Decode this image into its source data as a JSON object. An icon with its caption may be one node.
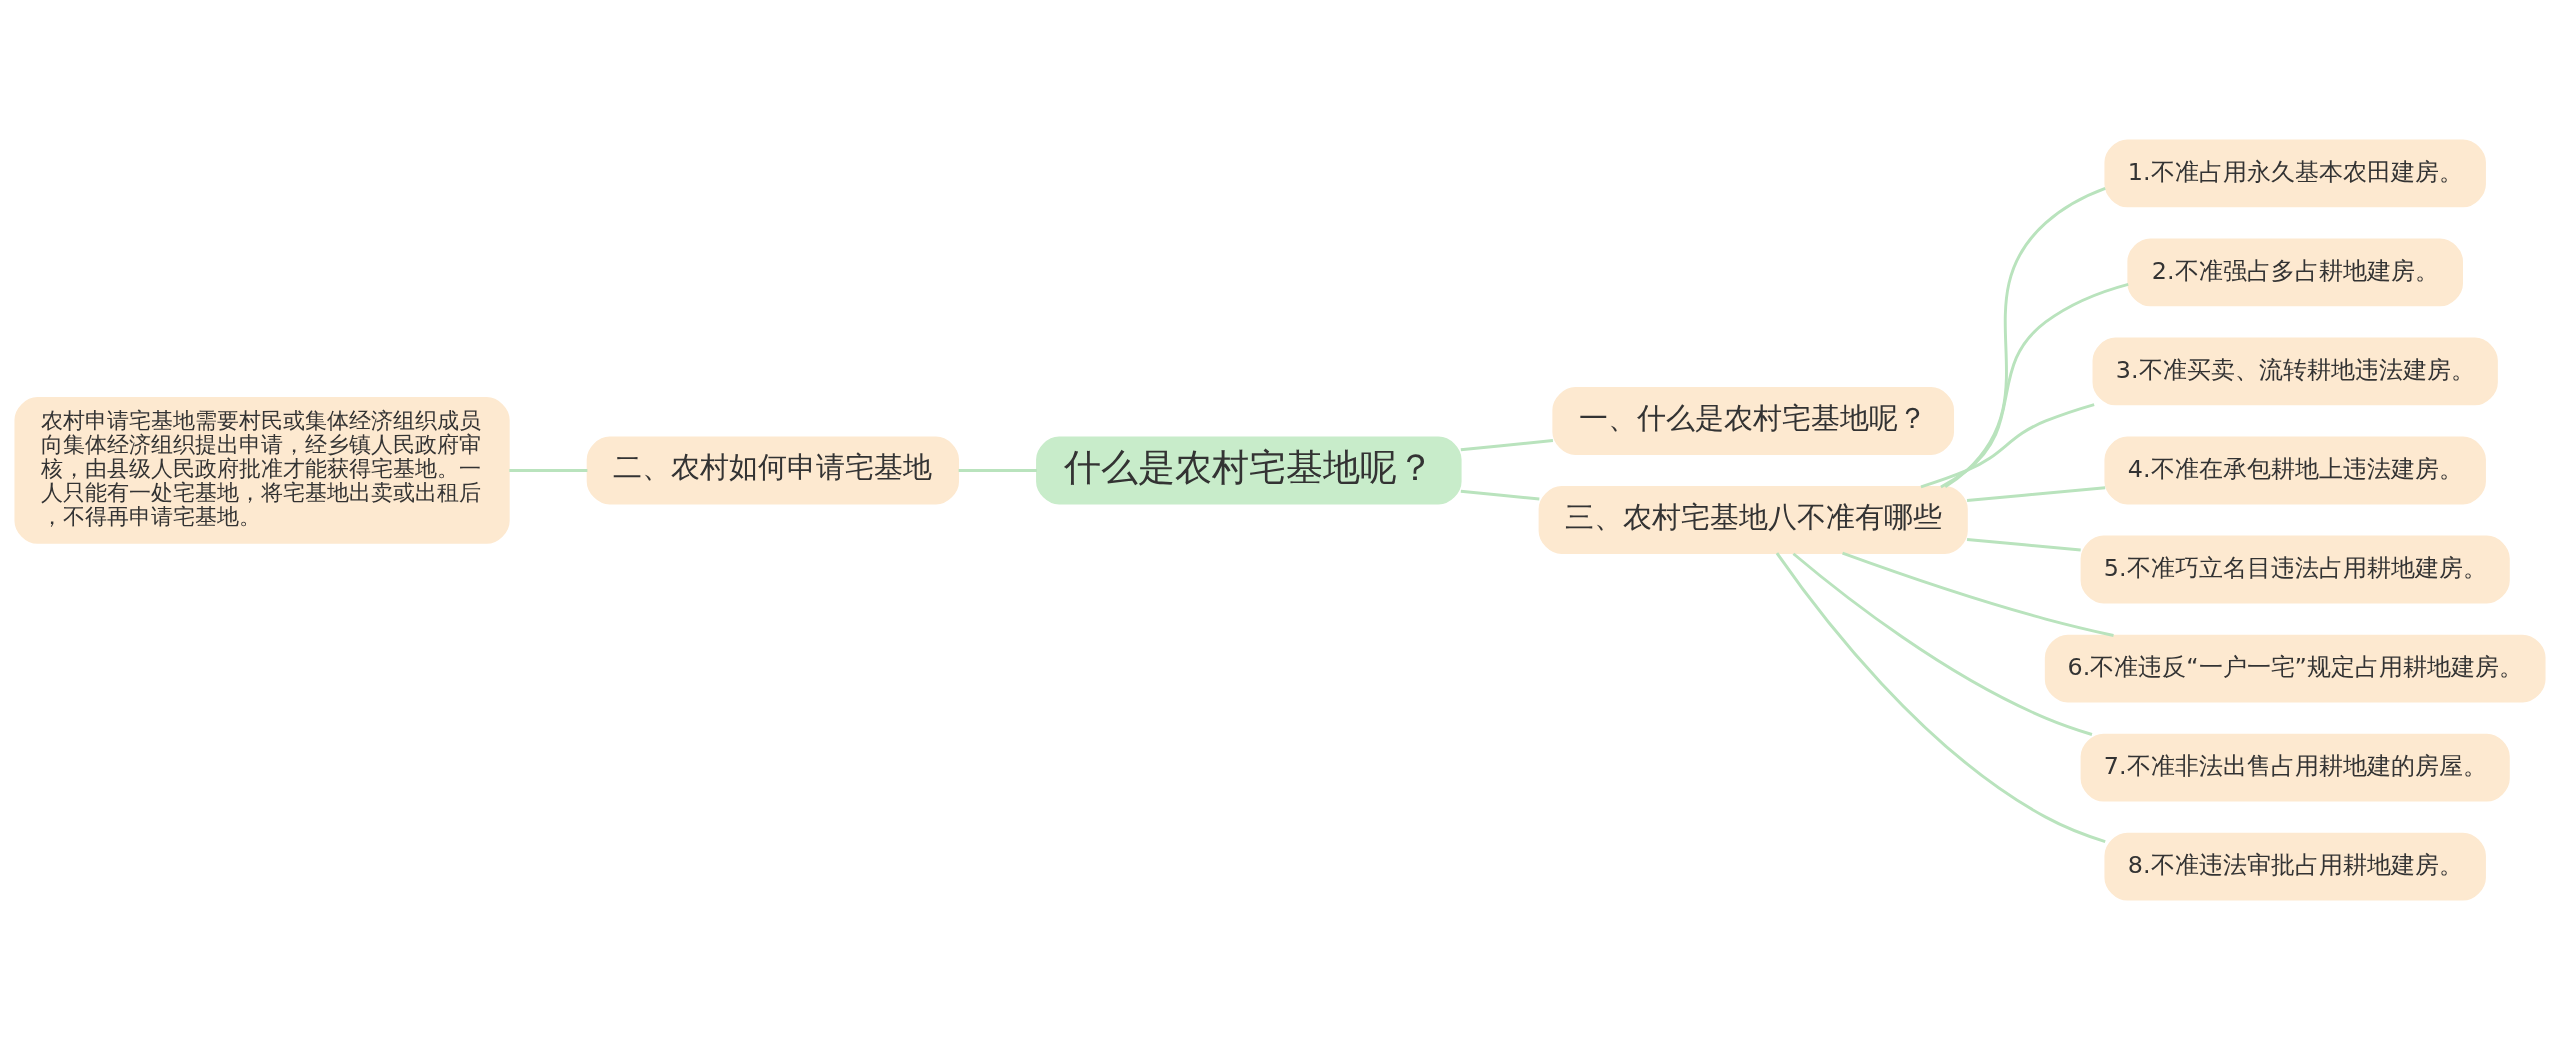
{
  "diagram": {
    "nodes": [
      {
        "text": [
          "什么是农村宅基地呢？"
        ]
      },
      {
        "text": [
          "一、什么是农村宅基地呢？"
        ]
      },
      {
        "text": [
          "二、农村如何申请宅基地"
        ]
      },
      {
        "text": [
          "农村申请宅基地需要村民或集体经济组织成员向集体经济组织提出申请，经乡镇人民政府审核，由县级人民政府批准才能获得宅基地。一人只能有一处宅基地，将宅基地出卖或出租后，不得再申请宅基地。"
        ]
      },
      {
        "text": [
          "三、农村宅基地八不准有哪些"
        ]
      },
      {
        "text": [
          "1.不准占用永久基本农田建房。"
        ]
      },
      {
        "text": [
          "2.不准强占多占耕地建房。"
        ]
      },
      {
        "text": [
          "3.不准买卖、流转耕地违法建房。"
        ]
      },
      {
        "text": [
          "4.不准在承包耕地上违法建房。"
        ]
      },
      {
        "text": [
          "5.不准巧立名目违法占用耕地建房。"
        ]
      },
      {
        "text": [
          "6.不准违反“一户一宅”规定占用耕地建房。"
        ]
      },
      {
        "text": [
          "7.不准非法出售占用耕地建的房屋。"
        ]
      },
      {
        "text": [
          "8.不准违法审批占用耕地建房。"
        ]
      }
    ],
    "edges": [
      {
        "from": 0,
        "to": 1,
        "arrow": "none"
      },
      {
        "from": 0,
        "to": 2,
        "arrow": "none"
      },
      {
        "from": 2,
        "to": 3,
        "arrow": "none"
      },
      {
        "from": 0,
        "to": 4,
        "arrow": "none"
      },
      {
        "from": 4,
        "to": 5,
        "arrow": "none"
      },
      {
        "from": 4,
        "to": 6,
        "arrow": "none"
      },
      {
        "from": 4,
        "to": 7,
        "arrow": "none"
      },
      {
        "from": 4,
        "to": 8,
        "arrow": "none"
      },
      {
        "from": 4,
        "to": 9,
        "arrow": "none"
      },
      {
        "from": 4,
        "to": 10,
        "arrow": "none"
      },
      {
        "from": 4,
        "to": 11,
        "arrow": "none"
      },
      {
        "from": 4,
        "to": 12,
        "arrow": "none"
      }
    ]
  }
}
